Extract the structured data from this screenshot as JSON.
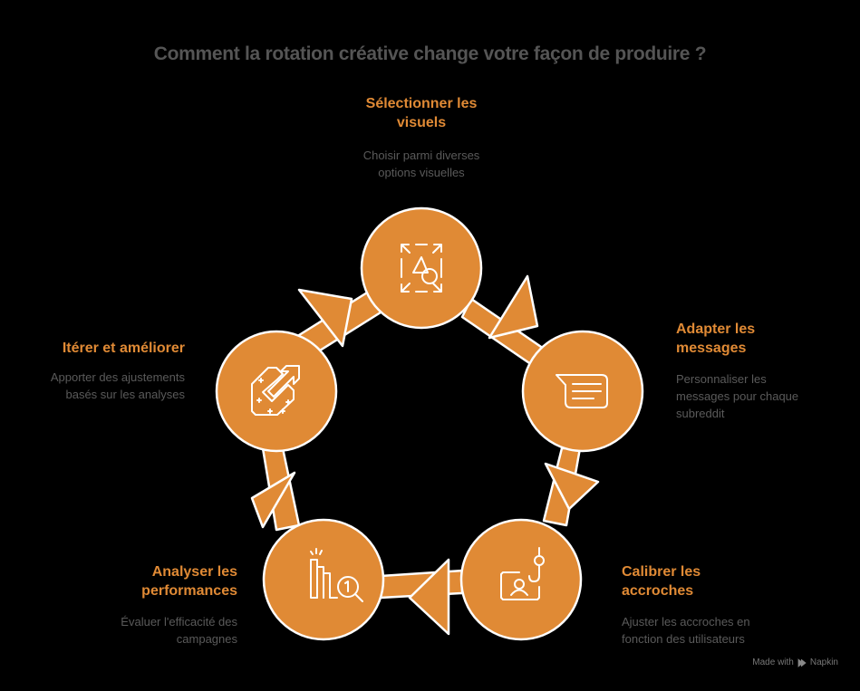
{
  "title": "Comment la rotation créative change votre façon de produire  ?",
  "colors": {
    "accent": "#E08A35",
    "text": "#555555",
    "stroke": "#FFFFFF",
    "background": "#000000"
  },
  "steps": [
    {
      "title_line1": "Sélectionner les",
      "title_line2": "visuels",
      "desc_line1": "Choisir parmi diverses",
      "desc_line2": "options visuelles",
      "desc_line3": "",
      "icon": "shapes-expand-icon"
    },
    {
      "title_line1": "Adapter les",
      "title_line2": "messages",
      "desc_line1": "Personnaliser les",
      "desc_line2": "messages pour chaque",
      "desc_line3": "subreddit",
      "icon": "message-bubble-icon"
    },
    {
      "title_line1": "Calibrer les",
      "title_line2": "accroches",
      "desc_line1": "Ajuster les accroches en",
      "desc_line2": "fonction des utilisateurs",
      "desc_line3": "",
      "icon": "hook-user-icon"
    },
    {
      "title_line1": "Analyser les",
      "title_line2": "performances",
      "desc_line1": "Évaluer l'efficacité des",
      "desc_line2": "campagnes",
      "desc_line3": "",
      "icon": "chart-magnifier-icon"
    },
    {
      "title_line1": "Itérer et améliorer",
      "title_line2": "",
      "desc_line1": "Apporter des ajustements",
      "desc_line2": "basés sur les analyses",
      "desc_line3": "",
      "icon": "improve-arrow-icon"
    }
  ],
  "footer": {
    "made_with": "Made with",
    "brand": "Napkin"
  }
}
